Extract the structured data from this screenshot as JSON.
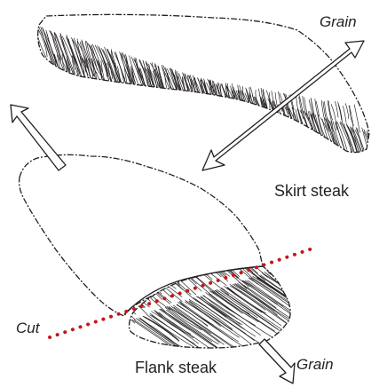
{
  "labels": {
    "grain_top": "Grain",
    "skirt": "Skirt steak",
    "cut": "Cut",
    "flank": "Flank steak",
    "grain_bottom": "Grain"
  },
  "colors": {
    "ink": "#231f20",
    "cut_line": "#c4161c",
    "arrow_fill": "#ffffff",
    "background": "#ffffff"
  }
}
